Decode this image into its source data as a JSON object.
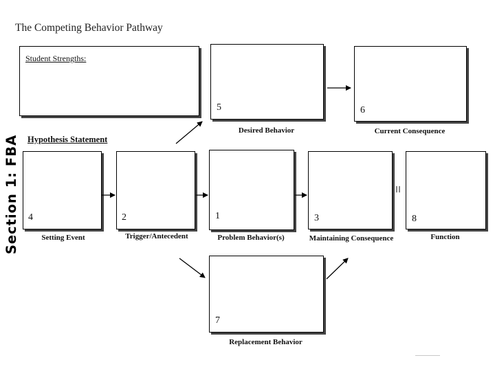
{
  "title": "The Competing Behavior Pathway",
  "section_label": "Section 1: FBA",
  "student_strengths_label": "Student Strengths:",
  "hypothesis_label": "Hypothesis Statement",
  "equals_sign": "=",
  "boxes": {
    "desired": {
      "number": "5",
      "caption": "Desired Behavior"
    },
    "current": {
      "number": "6",
      "caption": "Current Consequence"
    },
    "setting": {
      "number": "4",
      "caption": "Setting Event"
    },
    "trigger": {
      "number": "2",
      "caption": "Trigger/Antecedent"
    },
    "problem": {
      "number": "1",
      "caption": "Problem Behavior(s)"
    },
    "maintaining": {
      "number": "3",
      "caption": "Maintaining Consequence"
    },
    "function": {
      "number": "8",
      "caption": "Function"
    },
    "replacement": {
      "number": "7",
      "caption": "Replacement Behavior"
    }
  },
  "colors": {
    "line": "#000000",
    "shadow": "#444444",
    "background": "#ffffff"
  }
}
